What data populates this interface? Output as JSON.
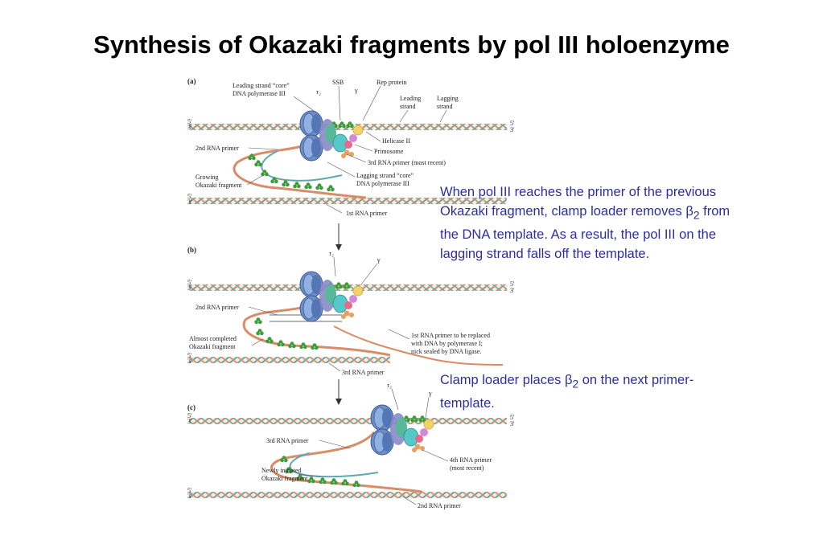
{
  "title": "Synthesis of Okazaki fragments by pol III holoenzyme",
  "notes": {
    "note1": {
      "text_before": "When pol III reaches the primer of the previous Okazaki fragment, clamp loader removes ",
      "symbol": "β",
      "subscript": "2",
      "text_after": " from the DNA template.  As a result, the pol III on the lagging strand falls off the template."
    },
    "note2": {
      "text_before": "Clamp loader places ",
      "symbol": "β",
      "subscript": "2",
      "text_after": " on the next primer-template."
    }
  },
  "figure": {
    "panels": [
      "(a)",
      "(b)",
      "(c)"
    ],
    "strand_ends": {
      "five": "5'",
      "three": "3'"
    },
    "greek": {
      "tau2": "τ₂",
      "gamma": "γ"
    },
    "panel_a": {
      "leading_core": [
        "Leading strand “core”",
        "DNA polymerase III"
      ],
      "ssb": "SSB",
      "rep": "Rep protein",
      "leading_strand": [
        "Leading",
        "strand"
      ],
      "lagging_strand": [
        "Lagging",
        "strand"
      ],
      "helicase": "Helicase II",
      "primosome": "Primosome",
      "third_primer": "3rd RNA primer (most recent)",
      "lagging_core": [
        "Lagging strand “core”",
        "DNA polymerase III"
      ],
      "second_primer": "2nd RNA primer",
      "growing": [
        "Growing",
        "Okazaki fragment"
      ],
      "first_primer": "1st RNA primer"
    },
    "panel_b": {
      "second_primer": "2nd RNA primer",
      "almost": [
        "Almost completed",
        "Okazaki fragment"
      ],
      "replaced": [
        "1st RNA primer to be replaced",
        "with DNA by polymerase I;",
        "nick sealed by DNA ligase."
      ],
      "third_primer": "3rd RNA primer"
    },
    "panel_c": {
      "third_primer": "3rd RNA primer",
      "newly": [
        "Newly initiated",
        "Okazaki fragment"
      ],
      "fourth_primer": [
        "4th RNA primer",
        "(most recent)"
      ],
      "second_primer": "2nd RNA primer"
    }
  },
  "colors": {
    "note_text": "#2e2e9e",
    "dna_orange": "#d98c68",
    "dna_teal": "#5fa8ae",
    "polymerase": "#6f8fc8",
    "ssb_green": "#3f9a3a",
    "helicase_cyan": "#56c8c8",
    "primase_pink": "#e86a8a",
    "rep_yellow": "#f2d26a"
  }
}
